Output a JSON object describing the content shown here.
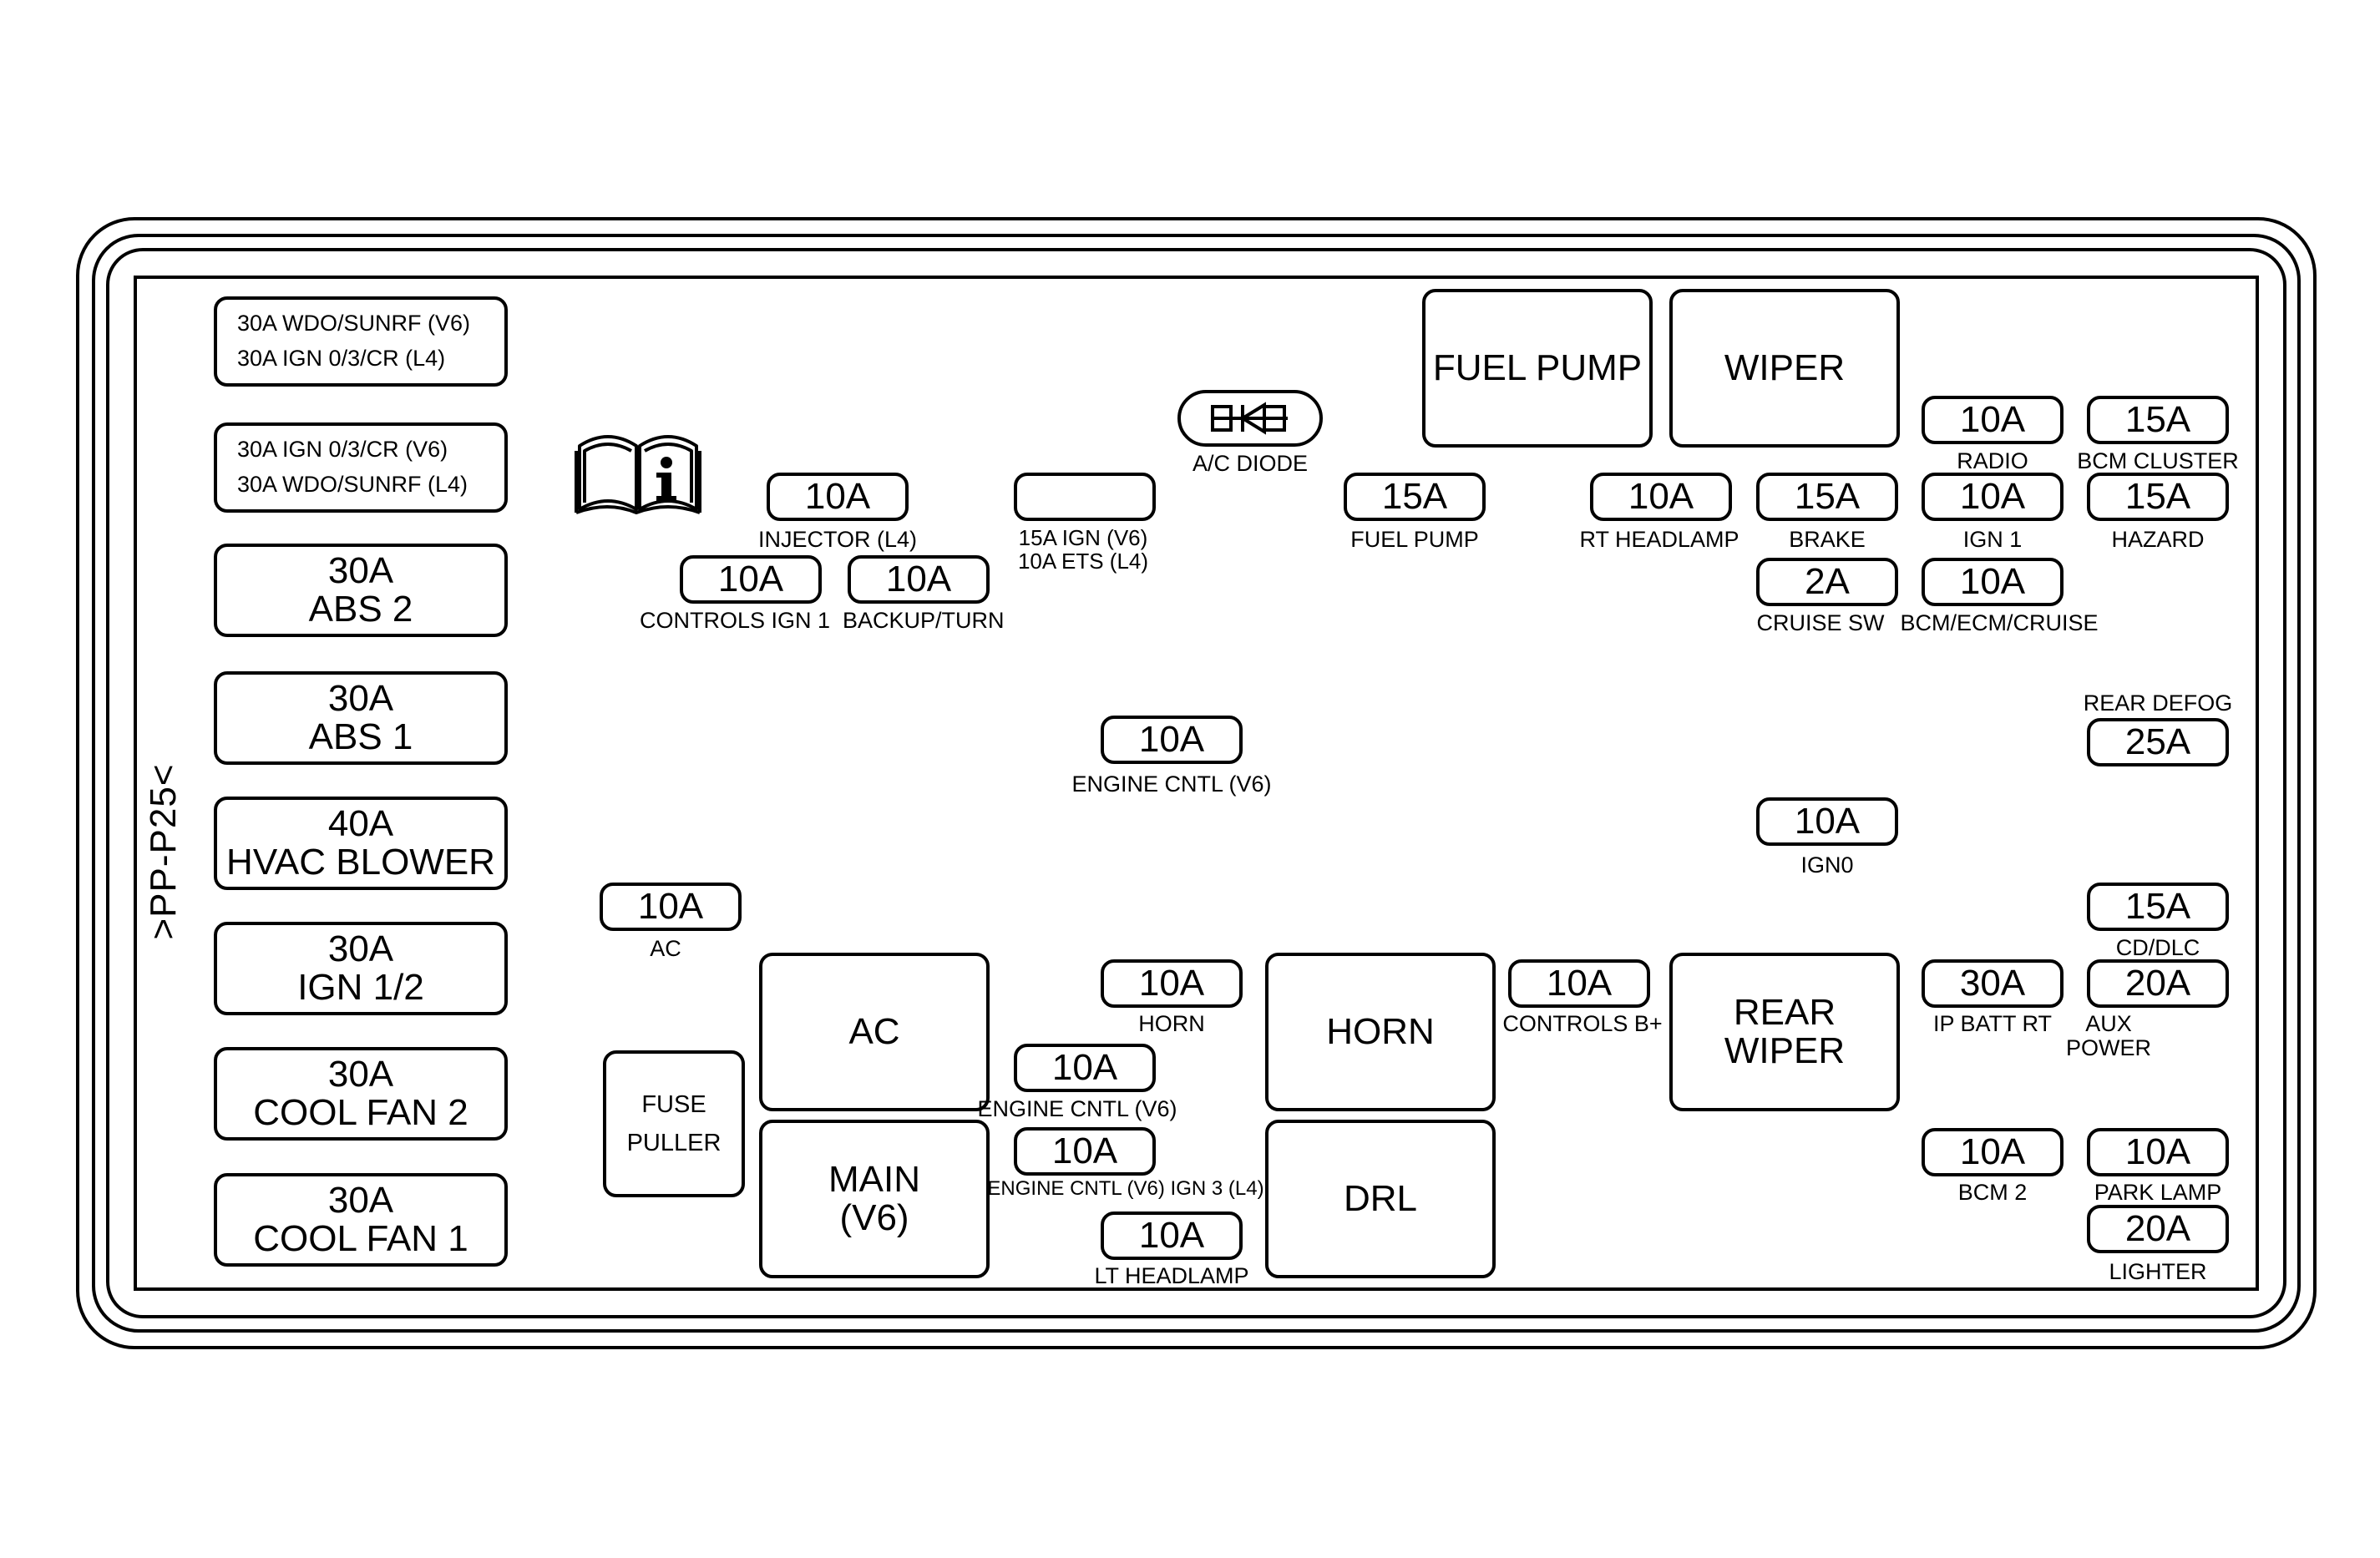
{
  "connector_label": ">PP-P25<",
  "left_column": {
    "small_1": {
      "line1": "30A WDO/SUNRF (V6)",
      "line2": "30A IGN 0/3/CR (L4)"
    },
    "small_2": {
      "line1": "30A IGN 0/3/CR (V6)",
      "line2": "30A WDO/SUNRF (L4)"
    },
    "fuses": [
      {
        "rating": "30A",
        "name": "ABS 2"
      },
      {
        "rating": "30A",
        "name": "ABS 1"
      },
      {
        "rating": "40A",
        "name": "HVAC BLOWER"
      },
      {
        "rating": "30A",
        "name": "IGN 1/2"
      },
      {
        "rating": "30A",
        "name": "COOL FAN 2"
      },
      {
        "rating": "30A",
        "name": "COOL FAN 1"
      }
    ]
  },
  "relays": {
    "fuel_pump": "FUEL PUMP",
    "wiper": "WIPER",
    "ac": "AC",
    "main": "MAIN\n(V6)",
    "horn": "HORN",
    "drl": "DRL",
    "rear_wiper": "REAR\nWIPER",
    "fuse_puller": "FUSE\nPULLER"
  },
  "diode": {
    "label": "A/C DIODE"
  },
  "fuses": {
    "injector": {
      "rating": "10A",
      "label": "INJECTOR (L4)"
    },
    "controls_ign1": {
      "rating": "10A",
      "label": "CONTROLS IGN 1"
    },
    "backup_turn": {
      "rating": "10A",
      "label": "BACKUP/TURN"
    },
    "ign_ets": {
      "rating": "",
      "label": "15A IGN (V6)\n10A ETS (L4)"
    },
    "fuel_pump": {
      "rating": "15A",
      "label": "FUEL PUMP"
    },
    "rt_headlamp": {
      "rating": "10A",
      "label": "RT HEADLAMP"
    },
    "brake": {
      "rating": "15A",
      "label": "BRAKE"
    },
    "radio": {
      "rating": "10A",
      "label": "RADIO"
    },
    "bcm_cluster": {
      "rating": "15A",
      "label": "BCM CLUSTER"
    },
    "ign1": {
      "rating": "10A",
      "label": "IGN 1"
    },
    "hazard": {
      "rating": "15A",
      "label": "HAZARD"
    },
    "cruise_sw": {
      "rating": "2A",
      "label": "CRUISE SW"
    },
    "bcm_ecm_cruise": {
      "rating": "10A",
      "label": "BCM/ECM/CRUISE"
    },
    "engine_cntl_mid": {
      "rating": "10A",
      "label": "ENGINE CNTL (V6)"
    },
    "rear_defog": {
      "rating": "25A",
      "label": "REAR DEFOG"
    },
    "ign0": {
      "rating": "10A",
      "label": "IGN0"
    },
    "ac": {
      "rating": "10A",
      "label": "AC"
    },
    "cd_dlc": {
      "rating": "15A",
      "label": "CD/DLC"
    },
    "horn": {
      "rating": "10A",
      "label": "HORN"
    },
    "controls_bplus": {
      "rating": "10A",
      "label": "CONTROLS B+"
    },
    "ip_batt_rt": {
      "rating": "30A",
      "label": "IP BATT RT"
    },
    "aux_power": {
      "rating": "20A",
      "label": "AUX\nPOWER"
    },
    "engine_cntl_a": {
      "rating": "10A",
      "label": "ENGINE CNTL (V6)"
    },
    "engine_cntl_b": {
      "rating": "10A",
      "label": "ENGINE CNTL (V6) IGN 3 (L4)"
    },
    "lt_headlamp": {
      "rating": "10A",
      "label": "LT HEADLAMP"
    },
    "bcm2": {
      "rating": "10A",
      "label": "BCM 2"
    },
    "park_lamp": {
      "rating": "10A",
      "label": "PARK LAMP"
    },
    "lighter": {
      "rating": "20A",
      "label": "LIGHTER"
    }
  }
}
